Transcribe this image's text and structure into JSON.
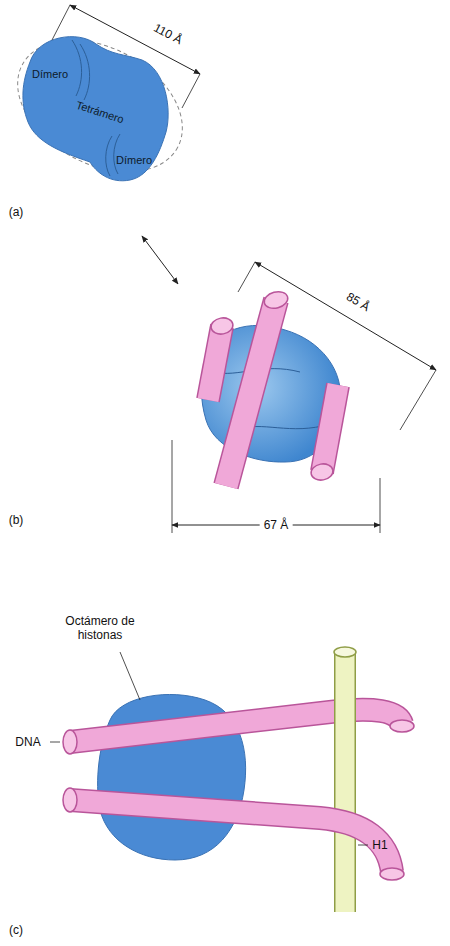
{
  "diagram": {
    "nodes": [
      {
        "text": [
          "Dímero"
        ]
      },
      {
        "text": [
          "Tetrámero"
        ]
      },
      {
        "text": [
          "Dímero"
        ]
      }
    ],
    "labels": [
      "110 Å",
      "(a)",
      "85 Å",
      "67 Å",
      "(b)",
      "Octámero de histonas",
      "DNA",
      "H1",
      "(c)"
    ]
  }
}
